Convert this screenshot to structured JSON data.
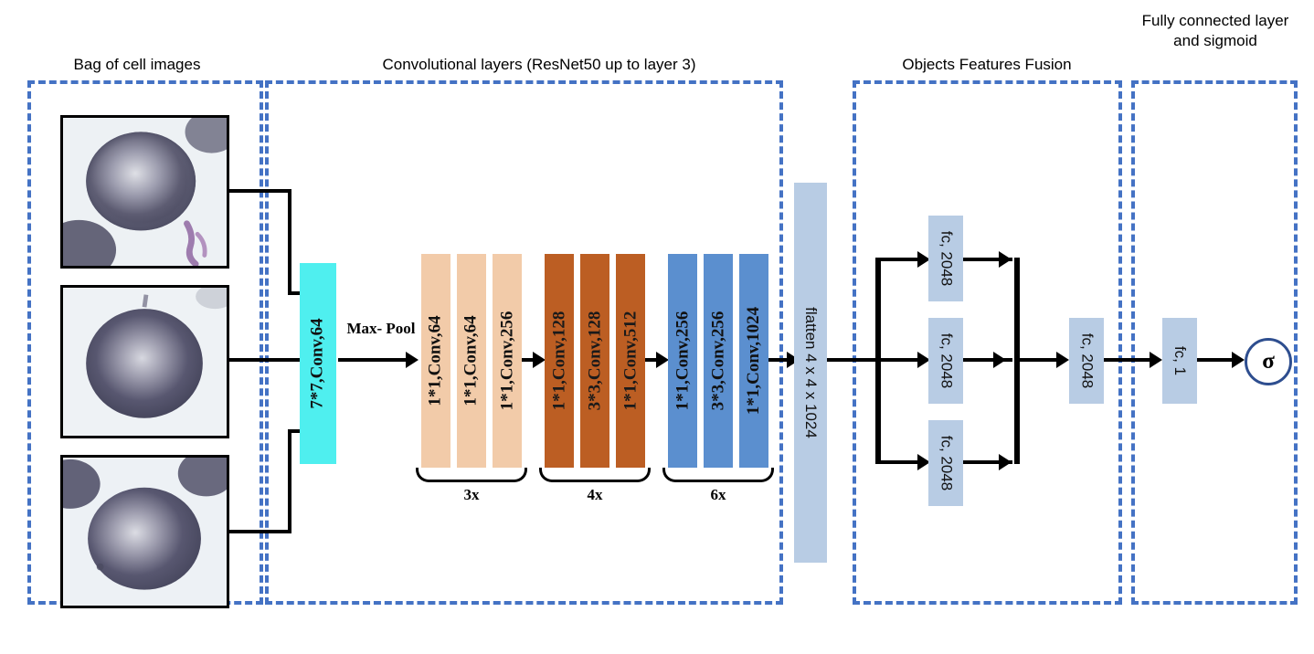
{
  "sections": [
    {
      "id": "bag",
      "caption": "Bag of cell images"
    },
    {
      "id": "conv",
      "caption": "Convolutional layers (ResNet50 up to layer 3)"
    },
    {
      "id": "fusion",
      "caption": "Objects Features Fusion"
    },
    {
      "id": "fc",
      "caption": "Fully connected layer and sigmoid"
    }
  ],
  "inputs": {
    "images": [
      {
        "alt": "cell-image-1"
      },
      {
        "alt": "cell-image-2"
      },
      {
        "alt": "cell-image-3"
      }
    ]
  },
  "stem": {
    "block_label": "7*7,Conv,64",
    "pool_label": "Max- Pool"
  },
  "stages": [
    {
      "name": "stage1",
      "repeat": "3x",
      "color": "#F2CBA9",
      "layers": [
        "1*1,Conv,64",
        "1*1,Conv,64",
        "1*1,Conv,256"
      ]
    },
    {
      "name": "stage2",
      "repeat": "4x",
      "color": "#BC5E23",
      "layers": [
        "1*1,Conv,128",
        "3*3,Conv,128",
        "1*1,Conv,512"
      ]
    },
    {
      "name": "stage3",
      "repeat": "6x",
      "color": "#5B8FCF",
      "layers": [
        "1*1,Conv,256",
        "3*3,Conv,256",
        "1*1,Conv,1024"
      ]
    }
  ],
  "flatten": {
    "label": "flatten 4 x 4 x 1024"
  },
  "fusion": {
    "branches": [
      "fc, 2048",
      "fc, 2048",
      "fc, 2048"
    ],
    "merge": "fc, 2048"
  },
  "head": {
    "fc": "fc, 1",
    "activation": "σ"
  },
  "colors": {
    "frame": "#4472C4",
    "stem": "#4FEFEF",
    "light_blue": "#B8CCE4",
    "line": "#000000",
    "sigma_ring": "#2E4E8F"
  }
}
